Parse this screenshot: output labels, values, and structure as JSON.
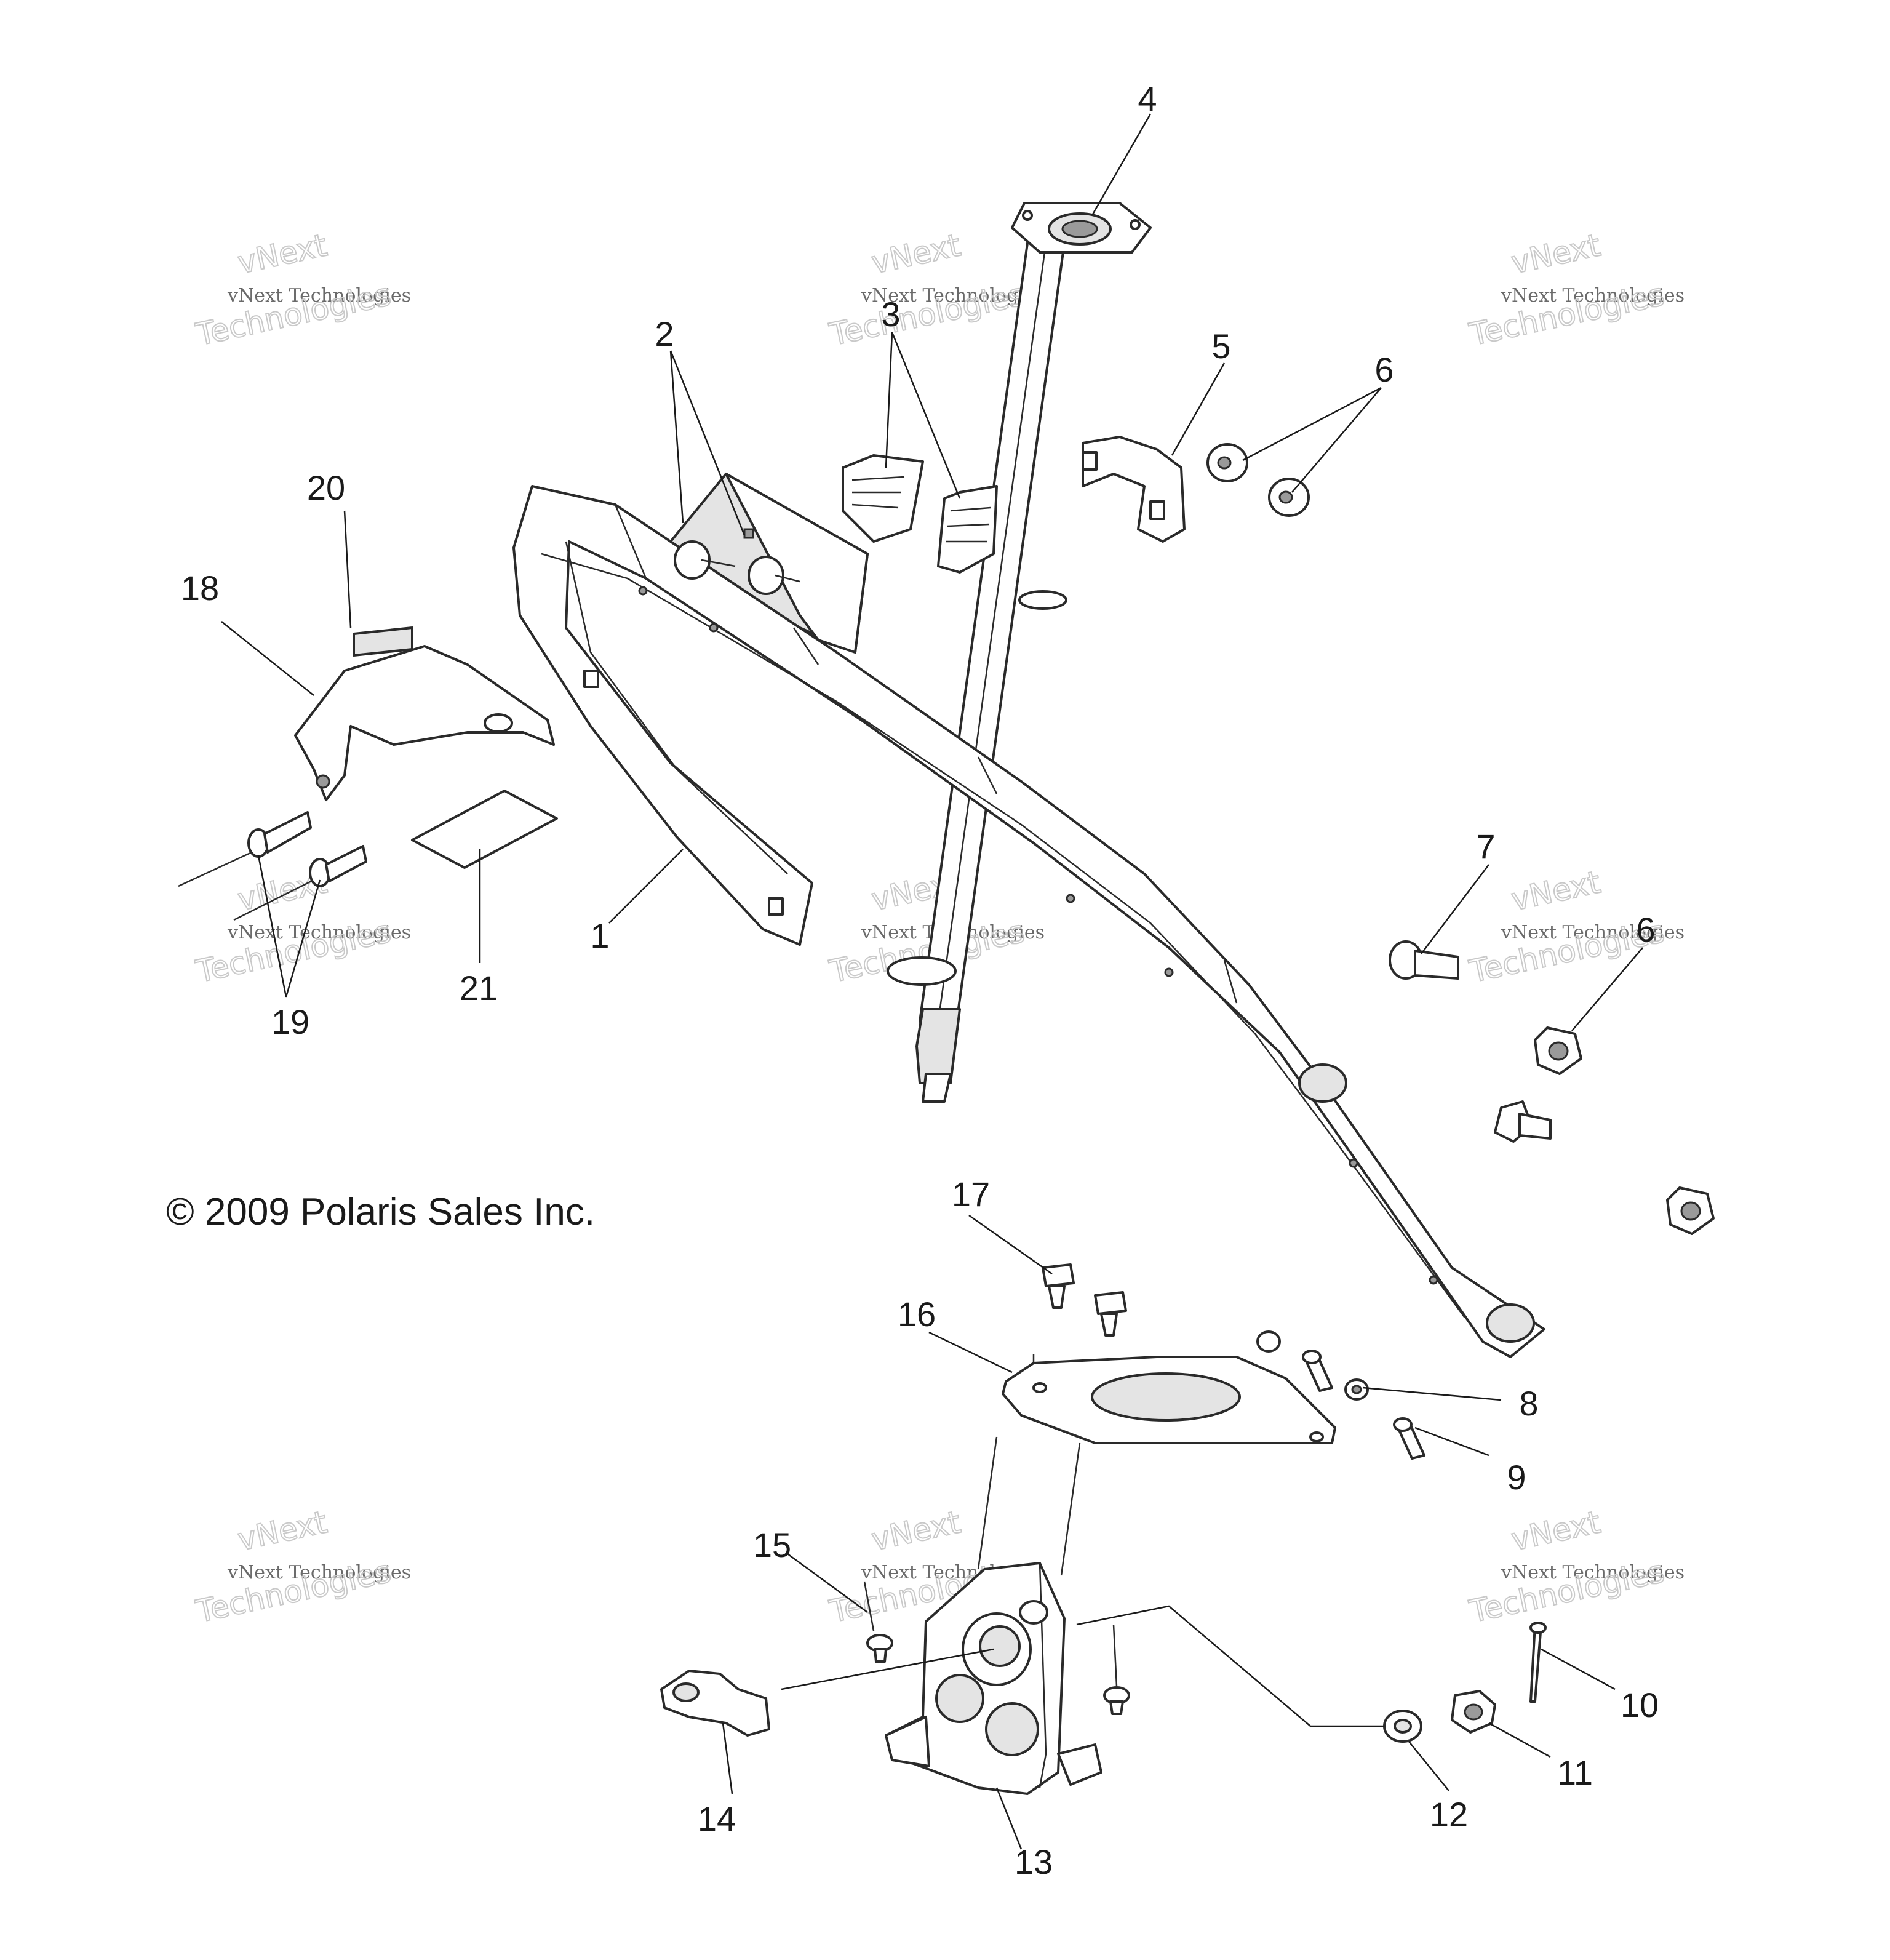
{
  "copyright": "© 2009 Polaris Sales Inc.",
  "watermark": {
    "line1": "vNext Technologies",
    "line2": "vNext",
    "line3": "Technologies"
  },
  "callouts": {
    "c1": "1",
    "c2": "2",
    "c3": "3",
    "c4": "4",
    "c5": "5",
    "c6a": "6",
    "c6b": "6",
    "c7": "7",
    "c8": "8",
    "c9": "9",
    "c10": "10",
    "c11": "11",
    "c12": "12",
    "c13": "13",
    "c14": "14",
    "c15": "15",
    "c16": "16",
    "c17": "17",
    "c18": "18",
    "c19": "19",
    "c20": "20",
    "c21": "21"
  }
}
